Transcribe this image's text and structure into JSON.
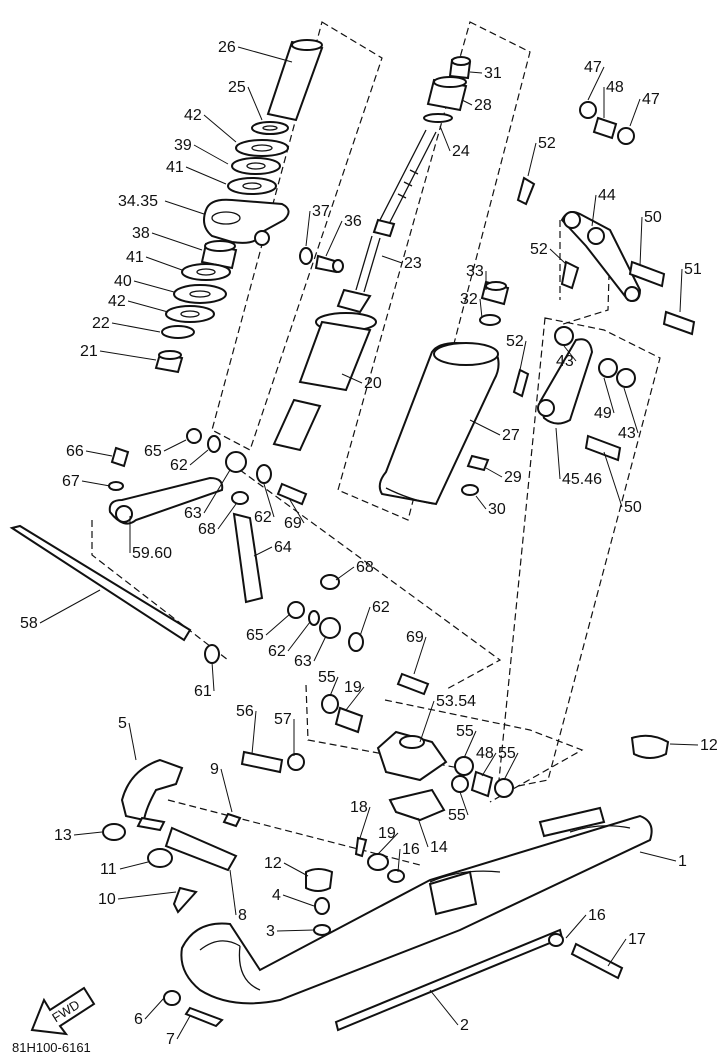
{
  "diagram": {
    "callouts": [
      {
        "id": "c26",
        "text": "26"
      },
      {
        "id": "c25",
        "text": "25"
      },
      {
        "id": "c42a",
        "text": "42"
      },
      {
        "id": "c39",
        "text": "39"
      },
      {
        "id": "c41a",
        "text": "41"
      },
      {
        "id": "c3435",
        "text": "34.35"
      },
      {
        "id": "c38",
        "text": "38"
      },
      {
        "id": "c41b",
        "text": "41"
      },
      {
        "id": "c40",
        "text": "40"
      },
      {
        "id": "c42b",
        "text": "42"
      },
      {
        "id": "c22",
        "text": "22"
      },
      {
        "id": "c21",
        "text": "21"
      },
      {
        "id": "c37",
        "text": "37"
      },
      {
        "id": "c36",
        "text": "36"
      },
      {
        "id": "c31",
        "text": "31"
      },
      {
        "id": "c28",
        "text": "28"
      },
      {
        "id": "c24",
        "text": "24"
      },
      {
        "id": "c23",
        "text": "23"
      },
      {
        "id": "c20",
        "text": "20"
      },
      {
        "id": "c33",
        "text": "33"
      },
      {
        "id": "c32",
        "text": "32"
      },
      {
        "id": "c27",
        "text": "27"
      },
      {
        "id": "c29",
        "text": "29"
      },
      {
        "id": "c30",
        "text": "30"
      },
      {
        "id": "c47a",
        "text": "47"
      },
      {
        "id": "c48a",
        "text": "48"
      },
      {
        "id": "c47b",
        "text": "47"
      },
      {
        "id": "c52a",
        "text": "52"
      },
      {
        "id": "c44",
        "text": "44"
      },
      {
        "id": "c50a",
        "text": "50"
      },
      {
        "id": "c52b",
        "text": "52"
      },
      {
        "id": "c51",
        "text": "51"
      },
      {
        "id": "c52c",
        "text": "52"
      },
      {
        "id": "c43a",
        "text": "43"
      },
      {
        "id": "c49",
        "text": "49"
      },
      {
        "id": "c43b",
        "text": "43"
      },
      {
        "id": "c4546",
        "text": "45.46"
      },
      {
        "id": "c50b",
        "text": "50"
      },
      {
        "id": "c66",
        "text": "66"
      },
      {
        "id": "c65a",
        "text": "65"
      },
      {
        "id": "c62a",
        "text": "62"
      },
      {
        "id": "c67",
        "text": "67"
      },
      {
        "id": "c63a",
        "text": "63"
      },
      {
        "id": "c62b",
        "text": "62"
      },
      {
        "id": "c69a",
        "text": "69"
      },
      {
        "id": "c68a",
        "text": "68"
      },
      {
        "id": "c5960",
        "text": "59.60"
      },
      {
        "id": "c64",
        "text": "64"
      },
      {
        "id": "c68b",
        "text": "68"
      },
      {
        "id": "c58",
        "text": "58"
      },
      {
        "id": "c65b",
        "text": "65"
      },
      {
        "id": "c62c",
        "text": "62"
      },
      {
        "id": "c62d",
        "text": "62"
      },
      {
        "id": "c63b",
        "text": "63"
      },
      {
        "id": "c69b",
        "text": "69"
      },
      {
        "id": "c61",
        "text": "61"
      },
      {
        "id": "c55a",
        "text": "55"
      },
      {
        "id": "c19a",
        "text": "19"
      },
      {
        "id": "c5354",
        "text": "53.54"
      },
      {
        "id": "c56",
        "text": "56"
      },
      {
        "id": "c57",
        "text": "57"
      },
      {
        "id": "c55b",
        "text": "55"
      },
      {
        "id": "c48b",
        "text": "48"
      },
      {
        "id": "c55c",
        "text": "55"
      },
      {
        "id": "c12a",
        "text": "12"
      },
      {
        "id": "c5",
        "text": "5"
      },
      {
        "id": "c9",
        "text": "9"
      },
      {
        "id": "c55d",
        "text": "55"
      },
      {
        "id": "c13",
        "text": "13"
      },
      {
        "id": "c18",
        "text": "18"
      },
      {
        "id": "c14",
        "text": "14"
      },
      {
        "id": "c19b",
        "text": "19"
      },
      {
        "id": "c16a",
        "text": "16"
      },
      {
        "id": "c11",
        "text": "11"
      },
      {
        "id": "c12b",
        "text": "12"
      },
      {
        "id": "c1",
        "text": "1"
      },
      {
        "id": "c10",
        "text": "10"
      },
      {
        "id": "c4",
        "text": "4"
      },
      {
        "id": "c8",
        "text": "8"
      },
      {
        "id": "c16b",
        "text": "16"
      },
      {
        "id": "c3",
        "text": "3"
      },
      {
        "id": "c17",
        "text": "17"
      },
      {
        "id": "c6",
        "text": "6"
      },
      {
        "id": "c2",
        "text": "2"
      },
      {
        "id": "c7",
        "text": "7"
      }
    ],
    "fwd_label": "FWD",
    "drawing_code": "81H100-6161"
  }
}
